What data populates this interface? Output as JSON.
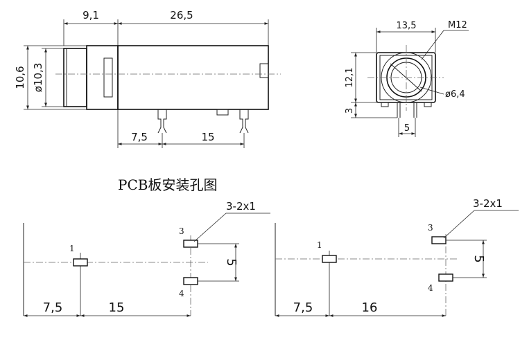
{
  "side_view": {
    "dim_front_len": "9,1",
    "dim_body_len": "26,5",
    "dim_height_outer": "10,6",
    "dim_dia_nose": "ø10,3",
    "dim_pin_offset": "7,5",
    "dim_pin_spacing": "15"
  },
  "front_view": {
    "dim_width": "13,5",
    "dim_thread": "M12",
    "dim_height": "12,1",
    "dim_bore": "ø6,4",
    "dim_pin_len": "3",
    "dim_pin_pitch": "5"
  },
  "pcb": {
    "title": "PCB板安装孔图",
    "left": {
      "hole_callout": "3-2x1",
      "pin1": "1",
      "pin3": "3",
      "pin4": "4",
      "dim_vertical": "5",
      "dim_offset": "7,5",
      "dim_spacing": "15"
    },
    "right": {
      "hole_callout": "3-2x1",
      "pin1": "1",
      "pin3": "3",
      "pin4": "4",
      "dim_vertical": "5",
      "dim_offset": "7,5",
      "dim_spacing": "16"
    }
  }
}
